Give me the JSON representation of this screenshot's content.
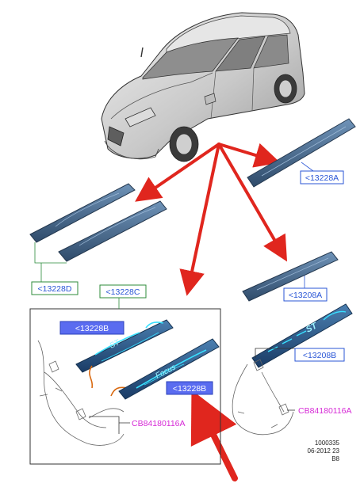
{
  "labels": {
    "part_13228A": "<13228A",
    "part_13228D": "<13228D",
    "part_13228C": "<13228C",
    "part_13208A": "<13208A",
    "part_13228B_top": "<13228B",
    "part_13228B_bottom": "<13228B",
    "part_13208B": "<13208B",
    "harness_left": "CB84180116A",
    "harness_right": "CB84180116A"
  },
  "sill_text": {
    "illuminated_left": "ST",
    "illuminated_right": "Focus",
    "rear_right": "ST"
  },
  "footer": {
    "code": "1000335",
    "date": "06-2012 23",
    "rev": "B8"
  },
  "colors": {
    "green_box": "#2e8b3a",
    "blue_box": "#2a56d6",
    "blue_fill": "#5a6cf0",
    "magenta": "#d62ad6",
    "red_arrow": "#e0261e",
    "sill_dark": "#3a5878",
    "sill_glow": "#38e0ff"
  }
}
